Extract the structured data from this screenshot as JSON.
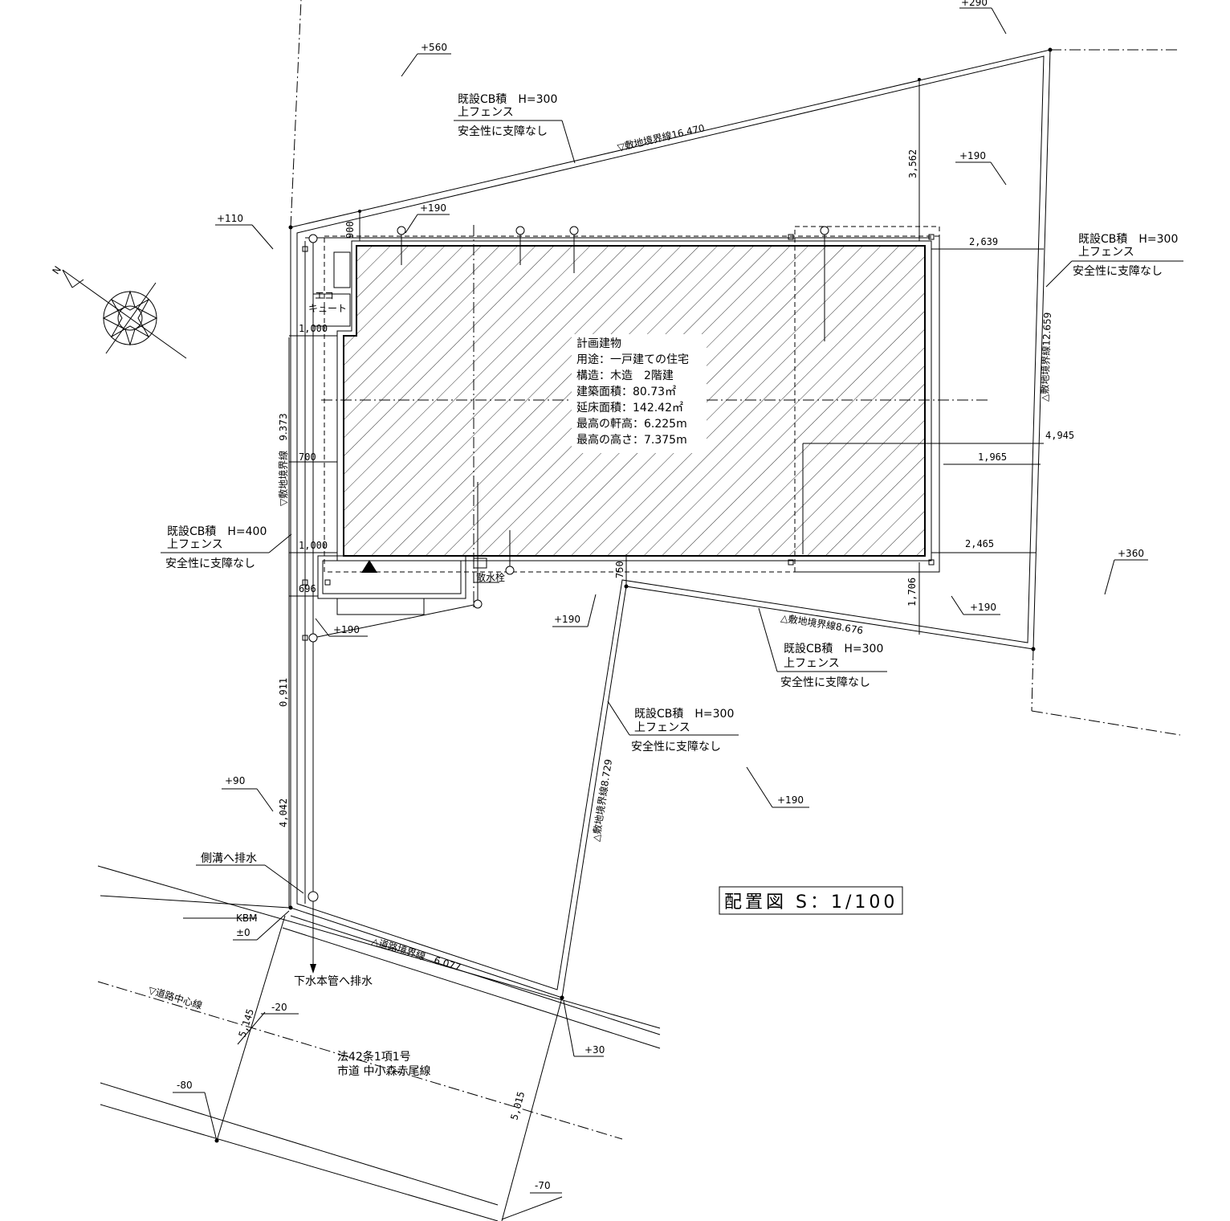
{
  "building": {
    "title": "計画建物",
    "lines": [
      "用途：一戸建ての住宅",
      "構造：木造　2階建",
      "建築面積：80.73㎡",
      "延床面積：142.42㎡",
      "最高の軒高：6.225m",
      "最高の高さ：7.375m"
    ]
  },
  "fences": [
    {
      "l1": "既設CB積　H=300",
      "l2": "上フェンス",
      "l3": "安全性に支障なし"
    },
    {
      "l1": "既設CB積　H=300",
      "l2": "上フェンス",
      "l3": "安全性に支障なし"
    },
    {
      "l1": "既設CB積　H=400",
      "l2": "上フェンス",
      "l3": "安全性に支障なし"
    },
    {
      "l1": "既設CB積　H=300",
      "l2": "上フェンス",
      "l3": "安全性に支障なし"
    },
    {
      "l1": "既設CB積　H=300",
      "l2": "上フェンス",
      "l3": "安全性に支障なし"
    }
  ],
  "boundaries": {
    "north": "▽敷地境界線16.470",
    "east": "△敷地境界線12.659",
    "south": "△敷地境界線8.676",
    "west": "▽敷地境界線　9.373",
    "inner": "△敷地境界線8.729",
    "road": "△道路境界線　6.077",
    "centerline": "▽道路中心線"
  },
  "levels": {
    "l560": "+560",
    "l290": "+290",
    "l110": "+110",
    "l190a": "+190",
    "l190b": "+190",
    "l360": "+360",
    "l190c": "+190",
    "l190d": "+190",
    "l190e": "+190",
    "l190f": "+190",
    "l90": "+90",
    "l30": "+30",
    "lm20": "-20",
    "lm80": "-80",
    "lm70": "-70"
  },
  "dims": {
    "d900": "900",
    "d1000a": "1,000",
    "d700": "700",
    "d1000b": "1,000",
    "d696": "696",
    "d750": "750",
    "d2639": "2,639",
    "d3562": "3,562",
    "d1965": "1,965",
    "d4945": "4,945",
    "d2465": "2,465",
    "d1706": "1,706",
    "d0911": "0,911",
    "d4042": "4,042",
    "d5145": "5,145",
    "d5015": "5,015"
  },
  "labels": {
    "eco1": "エコ",
    "eco2": "キュート",
    "sansui": "散水栓",
    "drain1": "側溝へ排水",
    "drain2": "下水本管へ排水",
    "kbm1": "KBM",
    "kbm2": "±0",
    "road1": "法42条1項1号",
    "road2": "市道 中小森赤尾線",
    "north": "N"
  },
  "title": "配置図 S：1/100"
}
